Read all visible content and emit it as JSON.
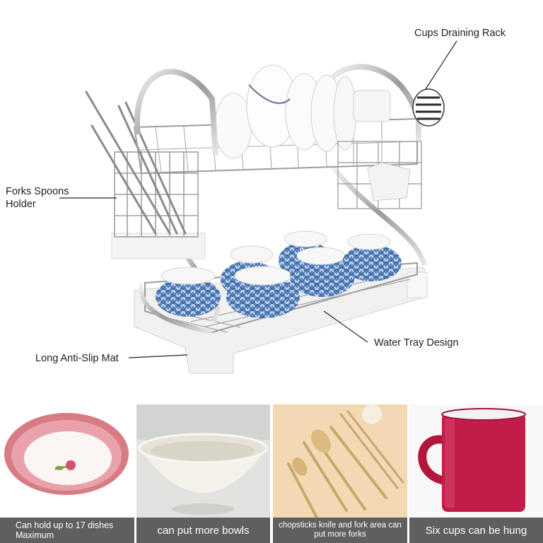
{
  "callouts": {
    "cups_rack": "Cups Draining Rack",
    "forks_holder": "Forks Spoons Holder",
    "water_tray": "Water Tray Design",
    "anti_slip": "Long Anti-Slip Mat"
  },
  "panels": [
    {
      "caption": "Can hold up to 17 dishes Maximum",
      "subject": "pink-floral-plate"
    },
    {
      "caption": "can put more bowls",
      "subject": "white-bowl"
    },
    {
      "caption": "chopsticks knife and fork area can put more forks",
      "subject": "gold-cutlery"
    },
    {
      "caption": "Six cups can be hung",
      "subject": "red-mug"
    }
  ]
}
